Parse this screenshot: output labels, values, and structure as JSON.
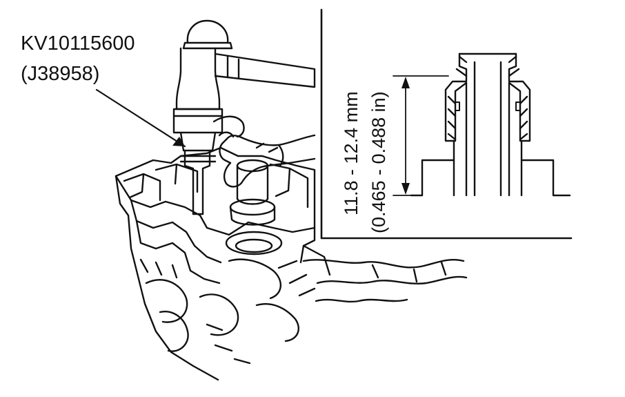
{
  "tool_callout": {
    "part_number": "KV10115600",
    "alt_part_number": "(J38958)"
  },
  "seal_height_spec": {
    "metric": "11.8 - 12.4 mm",
    "imperial": "(0.465 - 0.488 in)"
  }
}
